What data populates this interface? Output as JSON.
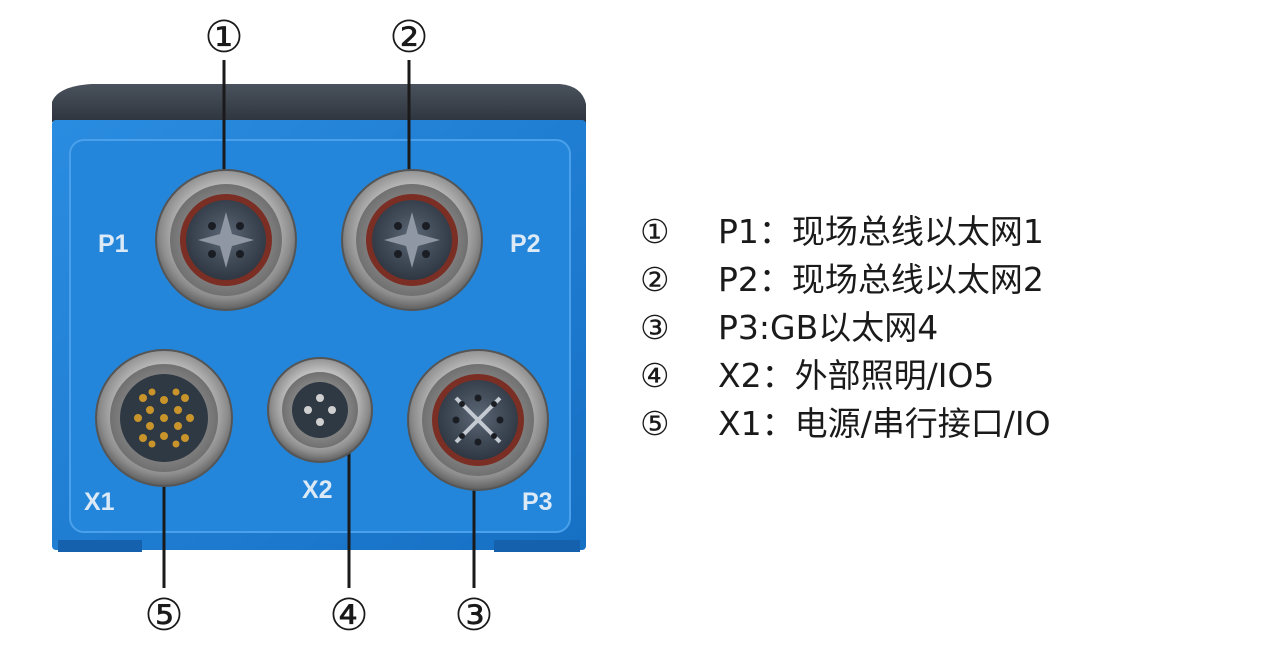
{
  "callouts": [
    "①",
    "②",
    "③",
    "④",
    "⑤"
  ],
  "panel_labels": {
    "p1": "P1",
    "p2": "P2",
    "x1": "X1",
    "x2": "X2",
    "p3": "P3"
  },
  "legend": [
    {
      "marker": "①",
      "text": "P1：现场总线以太网1"
    },
    {
      "marker": "②",
      "text": "P2：现场总线以太网2"
    },
    {
      "marker": "③",
      "text": "P3:GB以太网4"
    },
    {
      "marker": "④",
      "text": "X2：外部照明/IO5"
    },
    {
      "marker": "⑤",
      "text": "X1：电源/串行接口/IO"
    }
  ],
  "colors": {
    "housing_blue": "#1e7fd3",
    "top_cap": "#3c4450",
    "connector_metal": "#c9c9c9",
    "seal_ring": "#8a3a2e",
    "insert_dark": "#3a4656",
    "pin_gold": "#c9952b"
  }
}
